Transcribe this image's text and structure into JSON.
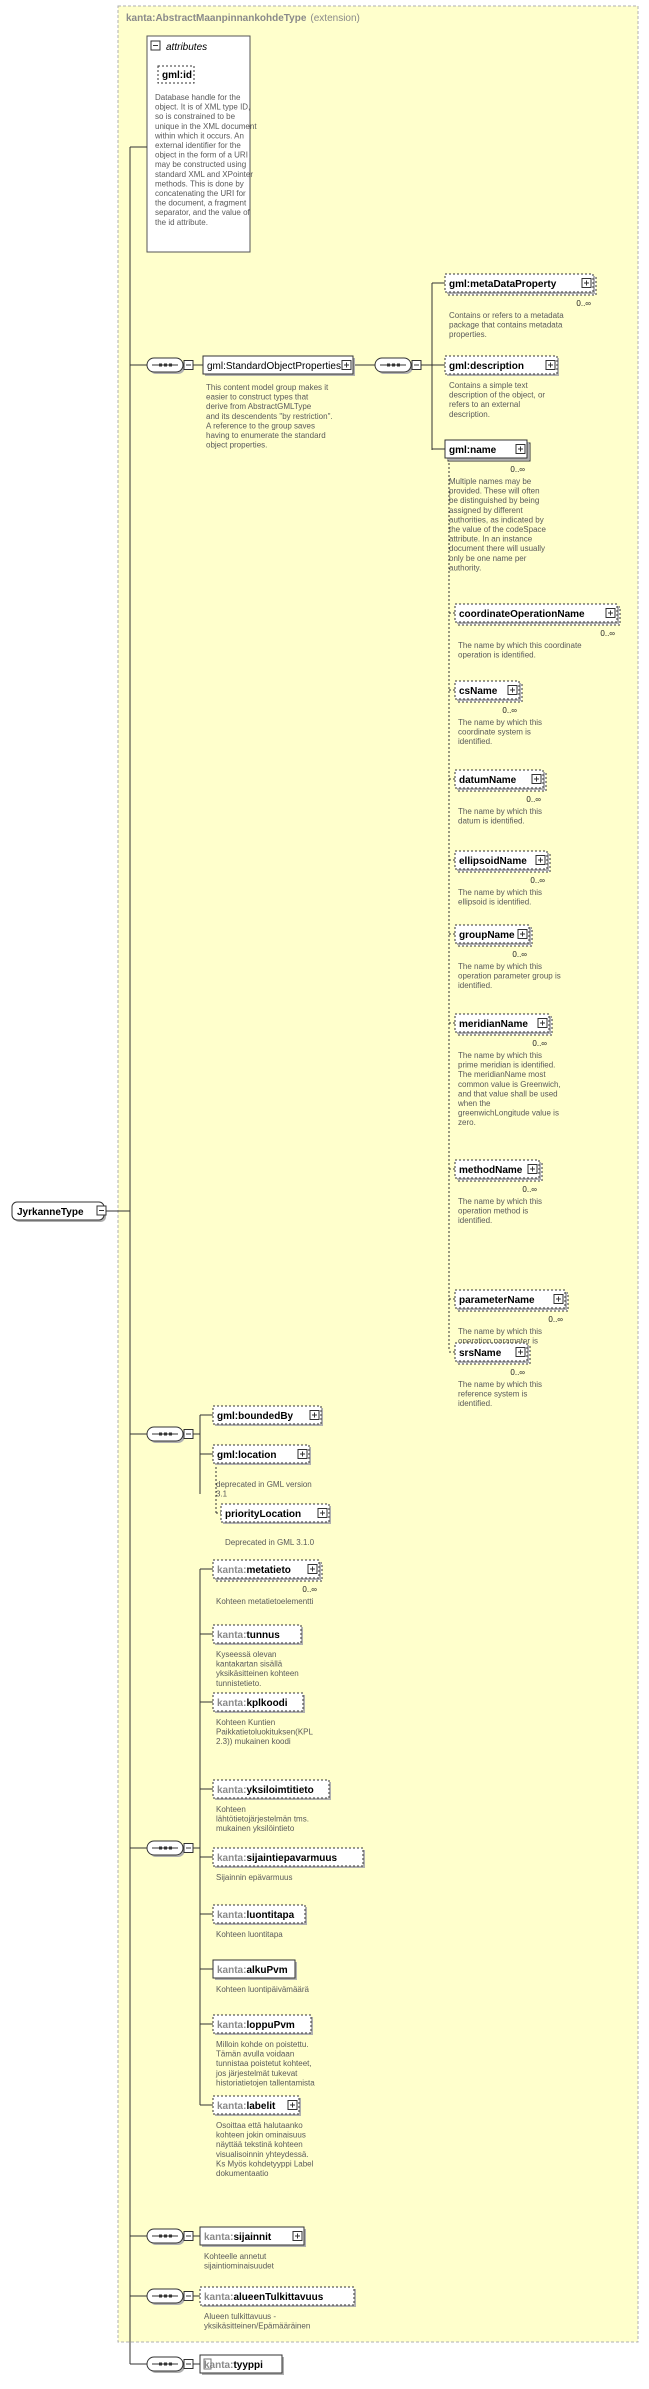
{
  "root": {
    "label": "JyrkanneType"
  },
  "extension": {
    "namespace": "kanta:",
    "name": "AbstractMaanpinnankohdeType",
    "suffix": "(extension)"
  },
  "attributes": {
    "header": "attributes",
    "id_label": "gml:id",
    "id_doc": [
      "Database handle for the",
      "object.  It is of XML type ID,",
      "so is constrained to be",
      "unique in the XML document",
      "within which it occurs.  An",
      "external identifier for the",
      "object in the form of a URI",
      "may be constructed using",
      "standard XML and XPointer",
      "methods.  This is done by",
      "concatenating the URI for",
      "the document, a fragment",
      "separator, and the value of",
      "the id attribute."
    ]
  },
  "standard_props": {
    "label": "gml:StandardObjectProperties",
    "doc": [
      "This content model group makes it",
      "easier to construct types that",
      "      derive from AbstractGMLType",
      "and its descendents \"by restriction\".",
      "      A reference to the group saves",
      "having to enumerate the standard",
      "object properties."
    ]
  },
  "gml_props": [
    {
      "label": "gml:metaDataProperty",
      "card": "0..∞",
      "doc": [
        "Contains or refers to a metadata",
        "package that contains metadata",
        "properties."
      ]
    },
    {
      "label": "gml:description",
      "card": "",
      "doc": [
        "Contains a simple text",
        "description of the object, or",
        "refers to an external",
        "description."
      ]
    },
    {
      "label": "gml:name",
      "card": "0..∞",
      "doc": [
        "Multiple names may be",
        "provided.  These will often",
        "be distinguished by being",
        "assigned by different",
        "authorities, as indicated by",
        "the value of the codeSpace",
        "attribute.  In an instance",
        "document there will usually",
        "only be one name per",
        "authority."
      ]
    }
  ],
  "name_subs": [
    {
      "label": "coordinateOperationName",
      "card": "0..∞",
      "doc": [
        "The name by which this coordinate",
        "operation is identified."
      ]
    },
    {
      "label": "csName",
      "card": "0..∞",
      "doc": [
        "The name by which this",
        "coordinate system is",
        "identified."
      ]
    },
    {
      "label": "datumName",
      "card": "0..∞",
      "doc": [
        "The name by which this",
        "datum is identified."
      ]
    },
    {
      "label": "ellipsoidName",
      "card": "0..∞",
      "doc": [
        "The name by which this",
        "ellipsoid is identified."
      ]
    },
    {
      "label": "groupName",
      "card": "0..∞",
      "doc": [
        "The name by which this",
        "operation parameter group is",
        "identified."
      ]
    },
    {
      "label": "meridianName",
      "card": "0..∞",
      "doc": [
        "The name by which this",
        "prime meridian is identified.",
        "The meridianName most",
        "common value is Greenwich,",
        "and that value shall be used",
        "when the",
        "greenwichLongitude value is",
        "zero."
      ]
    },
    {
      "label": "methodName",
      "card": "0..∞",
      "doc": [
        "The name by which this",
        "operation method is",
        "identified."
      ]
    },
    {
      "label": "parameterName",
      "card": "0..∞",
      "doc": [
        "The name by which this",
        "operation parameter is",
        "identified."
      ]
    },
    {
      "label": "srsName",
      "card": "0..∞",
      "doc": [
        "The name by which this",
        "reference system is",
        "identified."
      ]
    }
  ],
  "bounded": {
    "label": "gml:boundedBy"
  },
  "location": {
    "label": "gml:location",
    "doc": [
      "deprecated in GML version",
      "3.1"
    ]
  },
  "priority": {
    "label": "priorityLocation",
    "doc": [
      "Deprecated in GML 3.1.0"
    ]
  },
  "kanta_items": [
    {
      "ns": "kanta:",
      "name": "metatieto",
      "card": "0..∞",
      "doc": [
        "Kohteen metatietoelementti"
      ]
    },
    {
      "ns": "kanta:",
      "name": "tunnus",
      "card": "",
      "doc": [
        "Kyseessä olevan",
        "kantakartan sisällä",
        "yksikäsitteinen kohteen",
        "tunnistetieto."
      ]
    },
    {
      "ns": "kanta:",
      "name": "kplkoodi",
      "card": "",
      "doc": [
        "Kohteen Kuntien",
        "Paikkatietoluokituksen(KPL",
        "2.3)) mukainen koodi"
      ]
    },
    {
      "ns": "kanta:",
      "name": "yksiloimtitieto",
      "card": "",
      "doc": [
        "Kohteen",
        "lähtötietojärjestelmän  tms.",
        "mukainen yksilöintieto"
      ]
    },
    {
      "ns": "kanta:",
      "name": "sijaintiepavarmuus",
      "card": "",
      "doc": [
        "Sijainnin epävarmuus"
      ]
    },
    {
      "ns": "kanta:",
      "name": "luontitapa",
      "card": "",
      "doc": [
        "Kohteen luontitapa"
      ]
    },
    {
      "ns": "kanta:",
      "name": "alkuPvm",
      "card": "",
      "doc": [
        "Kohteen luontipäivämäärä"
      ]
    },
    {
      "ns": "kanta:",
      "name": "loppuPvm",
      "card": "",
      "doc": [
        "Milloin kohde on poistettu.",
        "Tämän avulla voidaan",
        "tunnistaa poistetut kohteet,",
        "jos järjestelmät tukevat",
        "historiatietojen tallentamista"
      ]
    },
    {
      "ns": "kanta:",
      "name": "labelit",
      "card": "",
      "doc": [
        "Osoittaa että halutaanko",
        "kohteen jokin ominaisuus",
        "näyttää tekstinä kohteen",
        "visualisoinnin yhteydessä.",
        "  Ks Myös kohdetyyppi Label",
        "dokumentaatio"
      ]
    }
  ],
  "sijainnit": {
    "ns": "kanta:",
    "name": "sijainnit",
    "doc": [
      "Kohteelle annetut",
      "sijaintiominaisuudet"
    ]
  },
  "alueen": {
    "ns": "kanta:",
    "name": "alueenTulkittavuus",
    "doc": [
      "Alueen tulkittavuus -",
      "yksikäsitteinen/Epämääräinen"
    ]
  },
  "tyyppi": {
    "ns": "kanta:",
    "name": "tyyppi"
  },
  "colors": {
    "panel": "#ffffcc",
    "panel_border": "#b0b0b0",
    "node_fill": "#ffffff",
    "doc_text": "#5a5a5a"
  }
}
